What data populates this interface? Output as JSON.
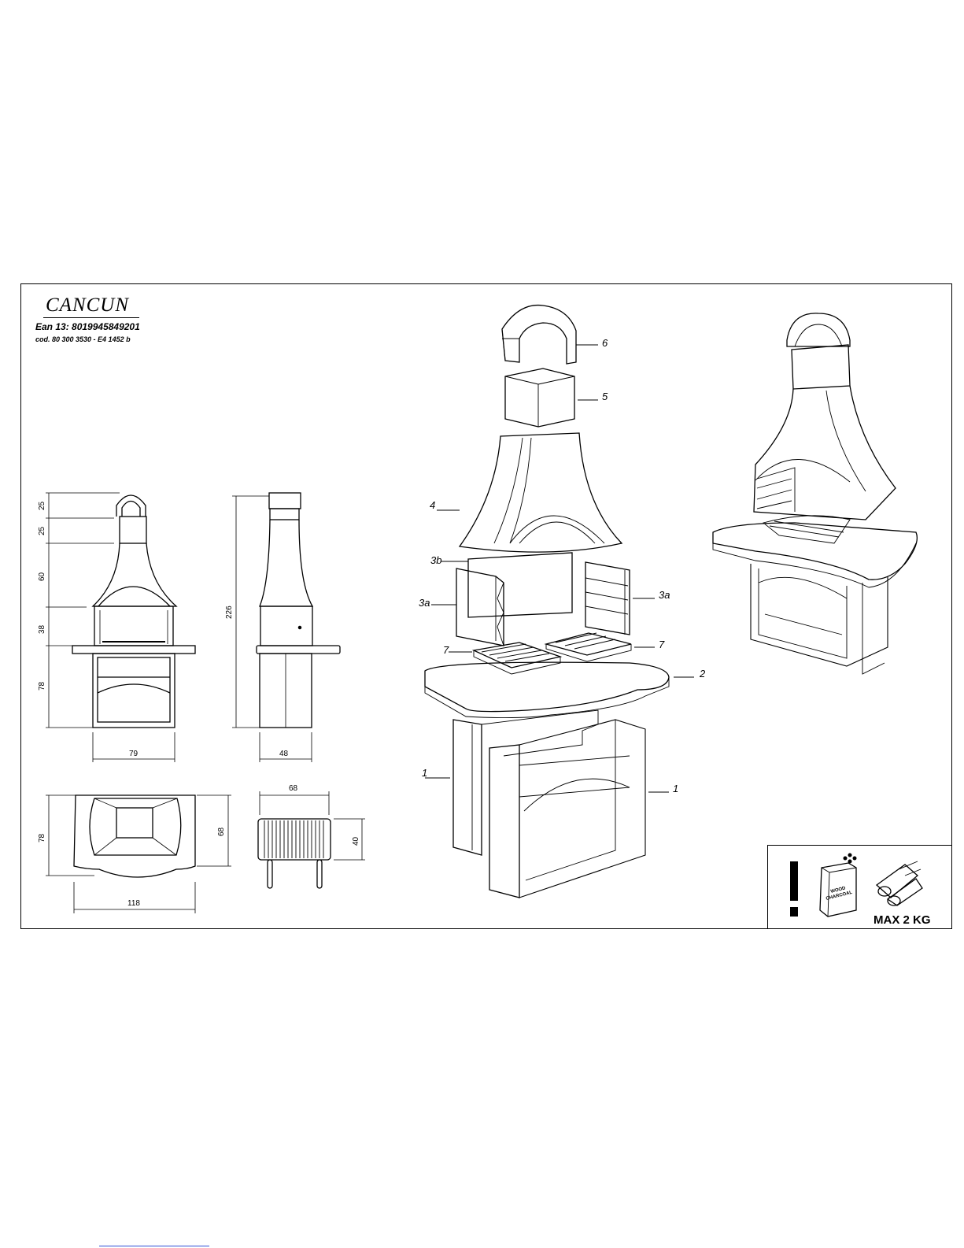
{
  "header": {
    "title": "CANCUN",
    "ean": "Ean 13:  8019945849201",
    "code": "cod. 80 300 3530 - E4 1452 b"
  },
  "dimensions": {
    "front_h1": "25",
    "front_h2": "25",
    "front_h3": "60",
    "front_h4": "38",
    "front_h5": "78",
    "front_w": "79",
    "side_h": "226",
    "side_w": "48",
    "top_d": "78",
    "top_d2": "68",
    "top_w": "118",
    "grill_w": "68",
    "grill_h": "40"
  },
  "parts": {
    "p6": "6",
    "p5": "5",
    "p4": "4",
    "p3b": "3b",
    "p3a_left": "3a",
    "p3a_right": "3a",
    "p7_left": "7",
    "p7_right": "7",
    "p2": "2",
    "p1_left": "1",
    "p1_right": "1"
  },
  "warning": {
    "bag_line1": "WOOD",
    "bag_line2": "CHARCOAL",
    "max_load": "MAX 2 KG"
  }
}
